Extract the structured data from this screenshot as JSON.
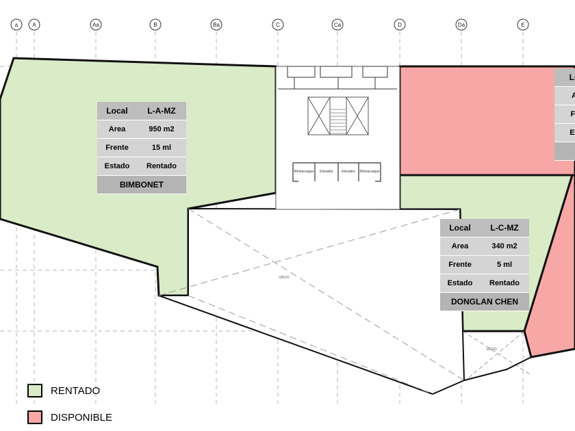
{
  "grid_labels": [
    "a",
    "A",
    "Aa",
    "B",
    "Ba",
    "C",
    "Ca",
    "D",
    "Da",
    "E"
  ],
  "plan_labels": {
    "montacargas": "Montacargas",
    "elevador": "Elevador",
    "vacio": "VACIO"
  },
  "units": [
    {
      "id": "L-A-MZ",
      "status_color": "#d9ebc7",
      "rows": [
        {
          "key": "Local",
          "value": "L-A-MZ"
        },
        {
          "key": "Area",
          "value": "950  m2"
        },
        {
          "key": "Frente",
          "value": "15 ml"
        },
        {
          "key": "Estado",
          "value": "Rentado"
        }
      ],
      "tenant": "BIMBONET"
    },
    {
      "id": "L-C-MZ",
      "status_color": "#d9ebc7",
      "rows": [
        {
          "key": "Local",
          "value": "L-C-MZ"
        },
        {
          "key": "Area",
          "value": "340 m2"
        },
        {
          "key": "Frente",
          "value": "5 ml"
        },
        {
          "key": "Estado",
          "value": "Rentado"
        }
      ],
      "tenant": "DONGLAN CHEN"
    },
    {
      "id": "partial-right",
      "rows": [
        {
          "key": "Lo",
          "value": ""
        },
        {
          "key": "A",
          "value": ""
        },
        {
          "key": "Fr",
          "value": ""
        },
        {
          "key": "Es",
          "value": ""
        }
      ],
      "tenant": ""
    }
  ],
  "legend": [
    {
      "label": "RENTADO",
      "color": "#d9ebc7"
    },
    {
      "label": "DISPONIBLE",
      "color": "#f8a7a7"
    }
  ],
  "colors": {
    "rentado": "#d9ebc7",
    "disponible": "#f8a7a7",
    "wall": "#111111",
    "grid": "#b5b5b5"
  }
}
